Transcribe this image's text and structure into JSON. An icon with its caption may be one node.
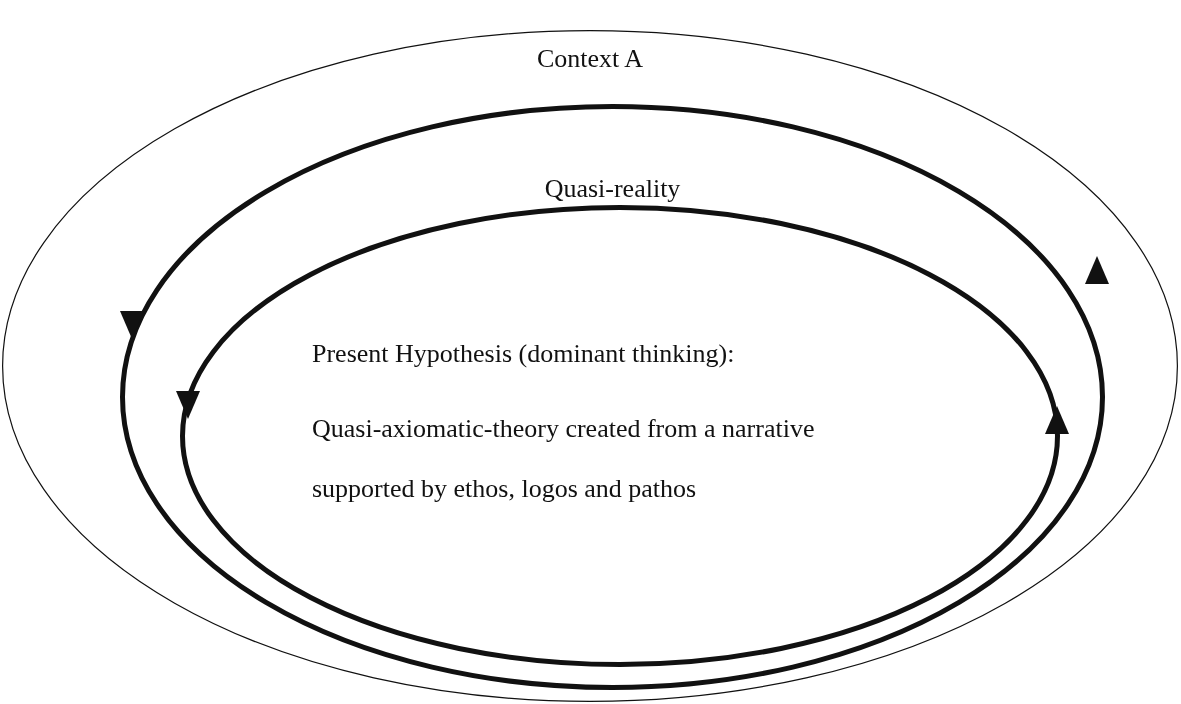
{
  "diagram": {
    "nodes": [
      {
        "text": [
          "Context A"
        ]
      },
      {
        "text": [
          "Quasi-reality"
        ],
        "in": 0
      },
      {
        "text": [
          "Present Hypothesis (dominant thinking):",
          "Quasi-axiomatic-theory created from a narrative supported by ethos, logos and pathos"
        ],
        "in": 1
      }
    ]
  }
}
